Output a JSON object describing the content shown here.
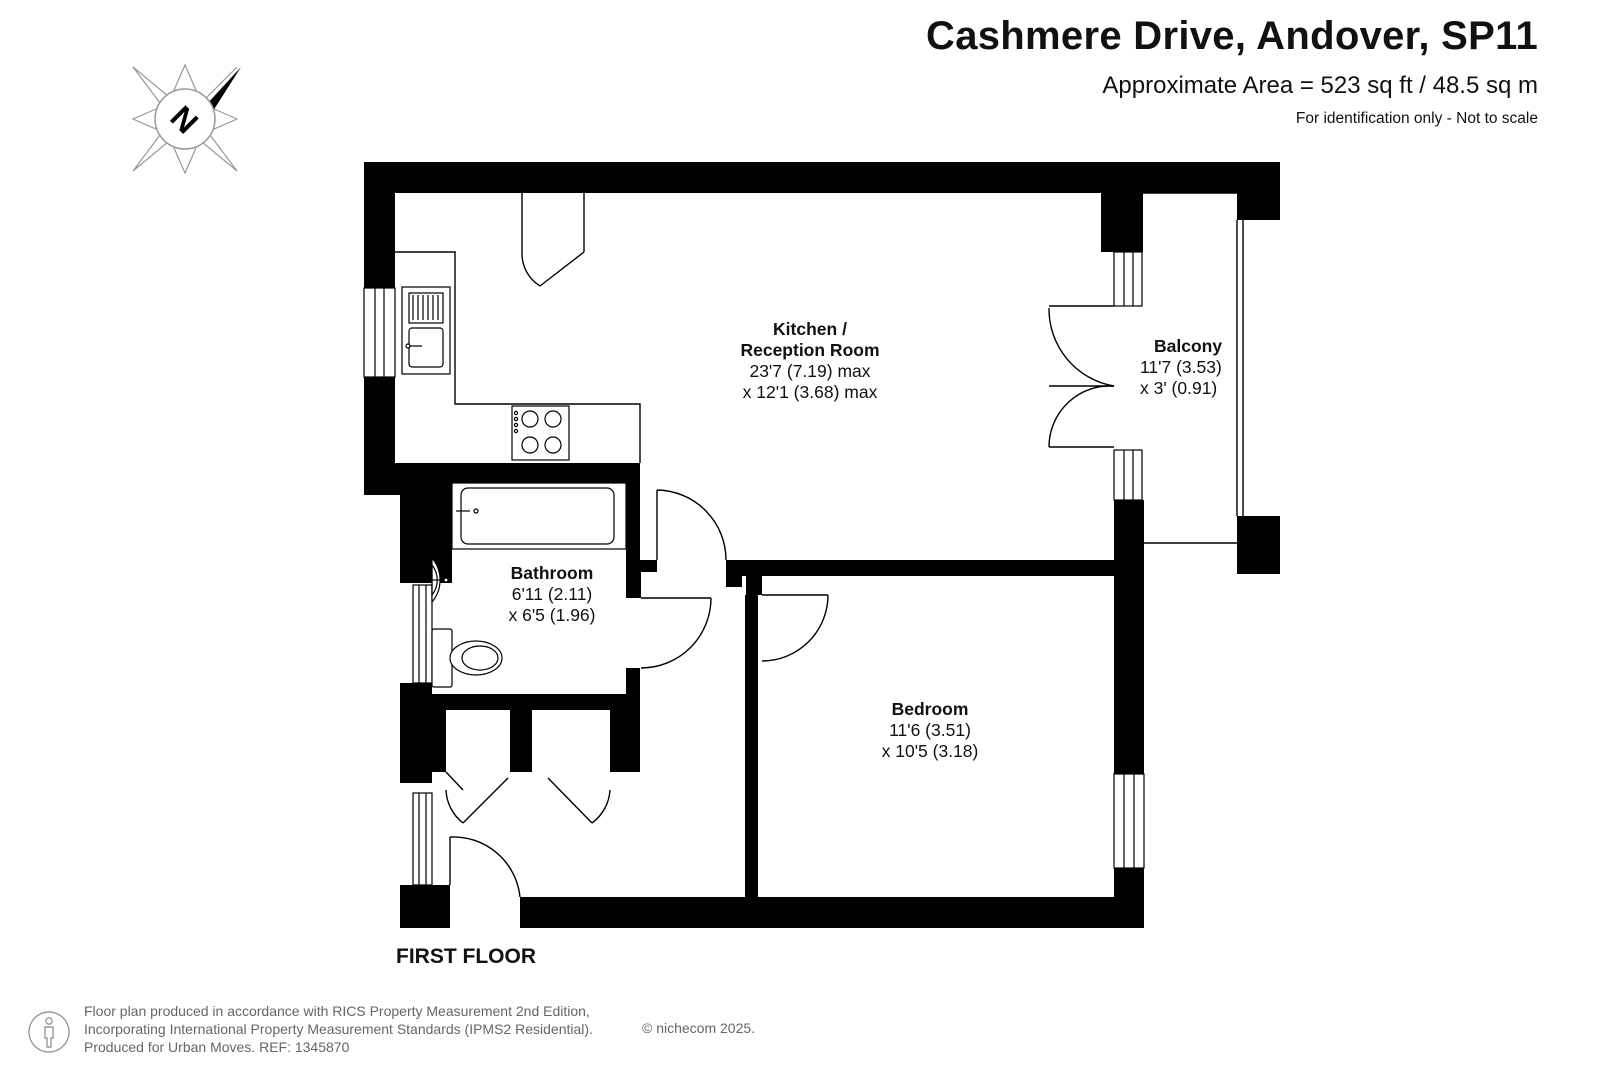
{
  "header": {
    "title": "Cashmere Drive, Andover, SP11",
    "area": "Approximate Area = 523 sq ft / 48.5 sq m",
    "note": "For identification only - Not to scale"
  },
  "compass": {
    "letter": "N",
    "icon": "compass-north-icon"
  },
  "floor_label": "FIRST FLOOR",
  "rooms": {
    "kitchen": {
      "name_line1": "Kitchen /",
      "name_line2": "Reception Room",
      "dim1": "23'7 (7.19) max",
      "dim2": "x 12'1 (3.68) max"
    },
    "balcony": {
      "name": "Balcony",
      "dim1": "11'7 (3.53)",
      "dim2": "x 3' (0.91)"
    },
    "bathroom": {
      "name": "Bathroom",
      "dim1": "6'11 (2.11)",
      "dim2": "x 6'5 (1.96)"
    },
    "bedroom": {
      "name": "Bedroom",
      "dim1": "11'6 (3.51)",
      "dim2": "x 10'5 (3.18)"
    }
  },
  "footer": {
    "line1": "Floor plan produced in accordance with RICS Property Measurement 2nd Edition,",
    "line2": "Incorporating International Property Measurement Standards (IPMS2 Residential).",
    "line3": "Produced for Urban Moves.    REF:  1345870",
    "copyright": "© nichecom 2025.",
    "icon": "person-icon"
  },
  "colors": {
    "wall": "#000000",
    "fixture_fill": "#ffffff",
    "text": "#111111",
    "footer_text": "#666666"
  }
}
